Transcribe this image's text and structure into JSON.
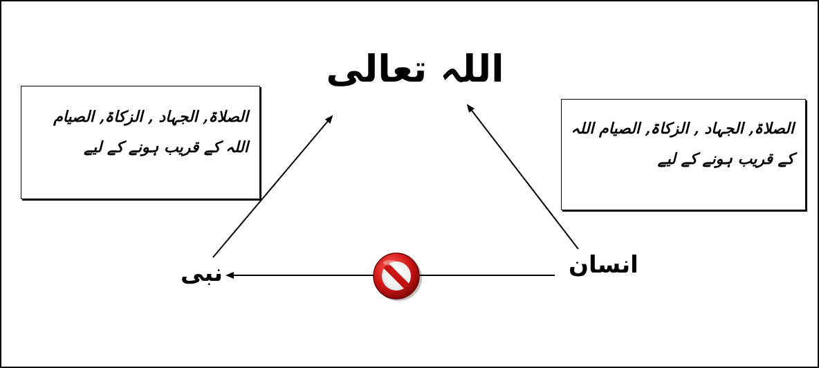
{
  "diagram": {
    "title": "اللہ تعالی",
    "left_box": {
      "line1": "الصلاۃ, الجہاد , الزکاۃ, الصیام",
      "line2": "اللہ کے قریب ہونے کے لیے"
    },
    "right_box": {
      "line1": "الصلاۃ, الجہاد , الزکاۃ, الصیام اللہ",
      "line2": "کے قریب ہونے کے لیے"
    },
    "node_insan": "انسان",
    "node_nabi": "نبی",
    "prohibition_icon": "no-entry-icon",
    "colors": {
      "line": "#000000",
      "prohibition_red": "#cc1111",
      "background": "#ffffff"
    }
  }
}
